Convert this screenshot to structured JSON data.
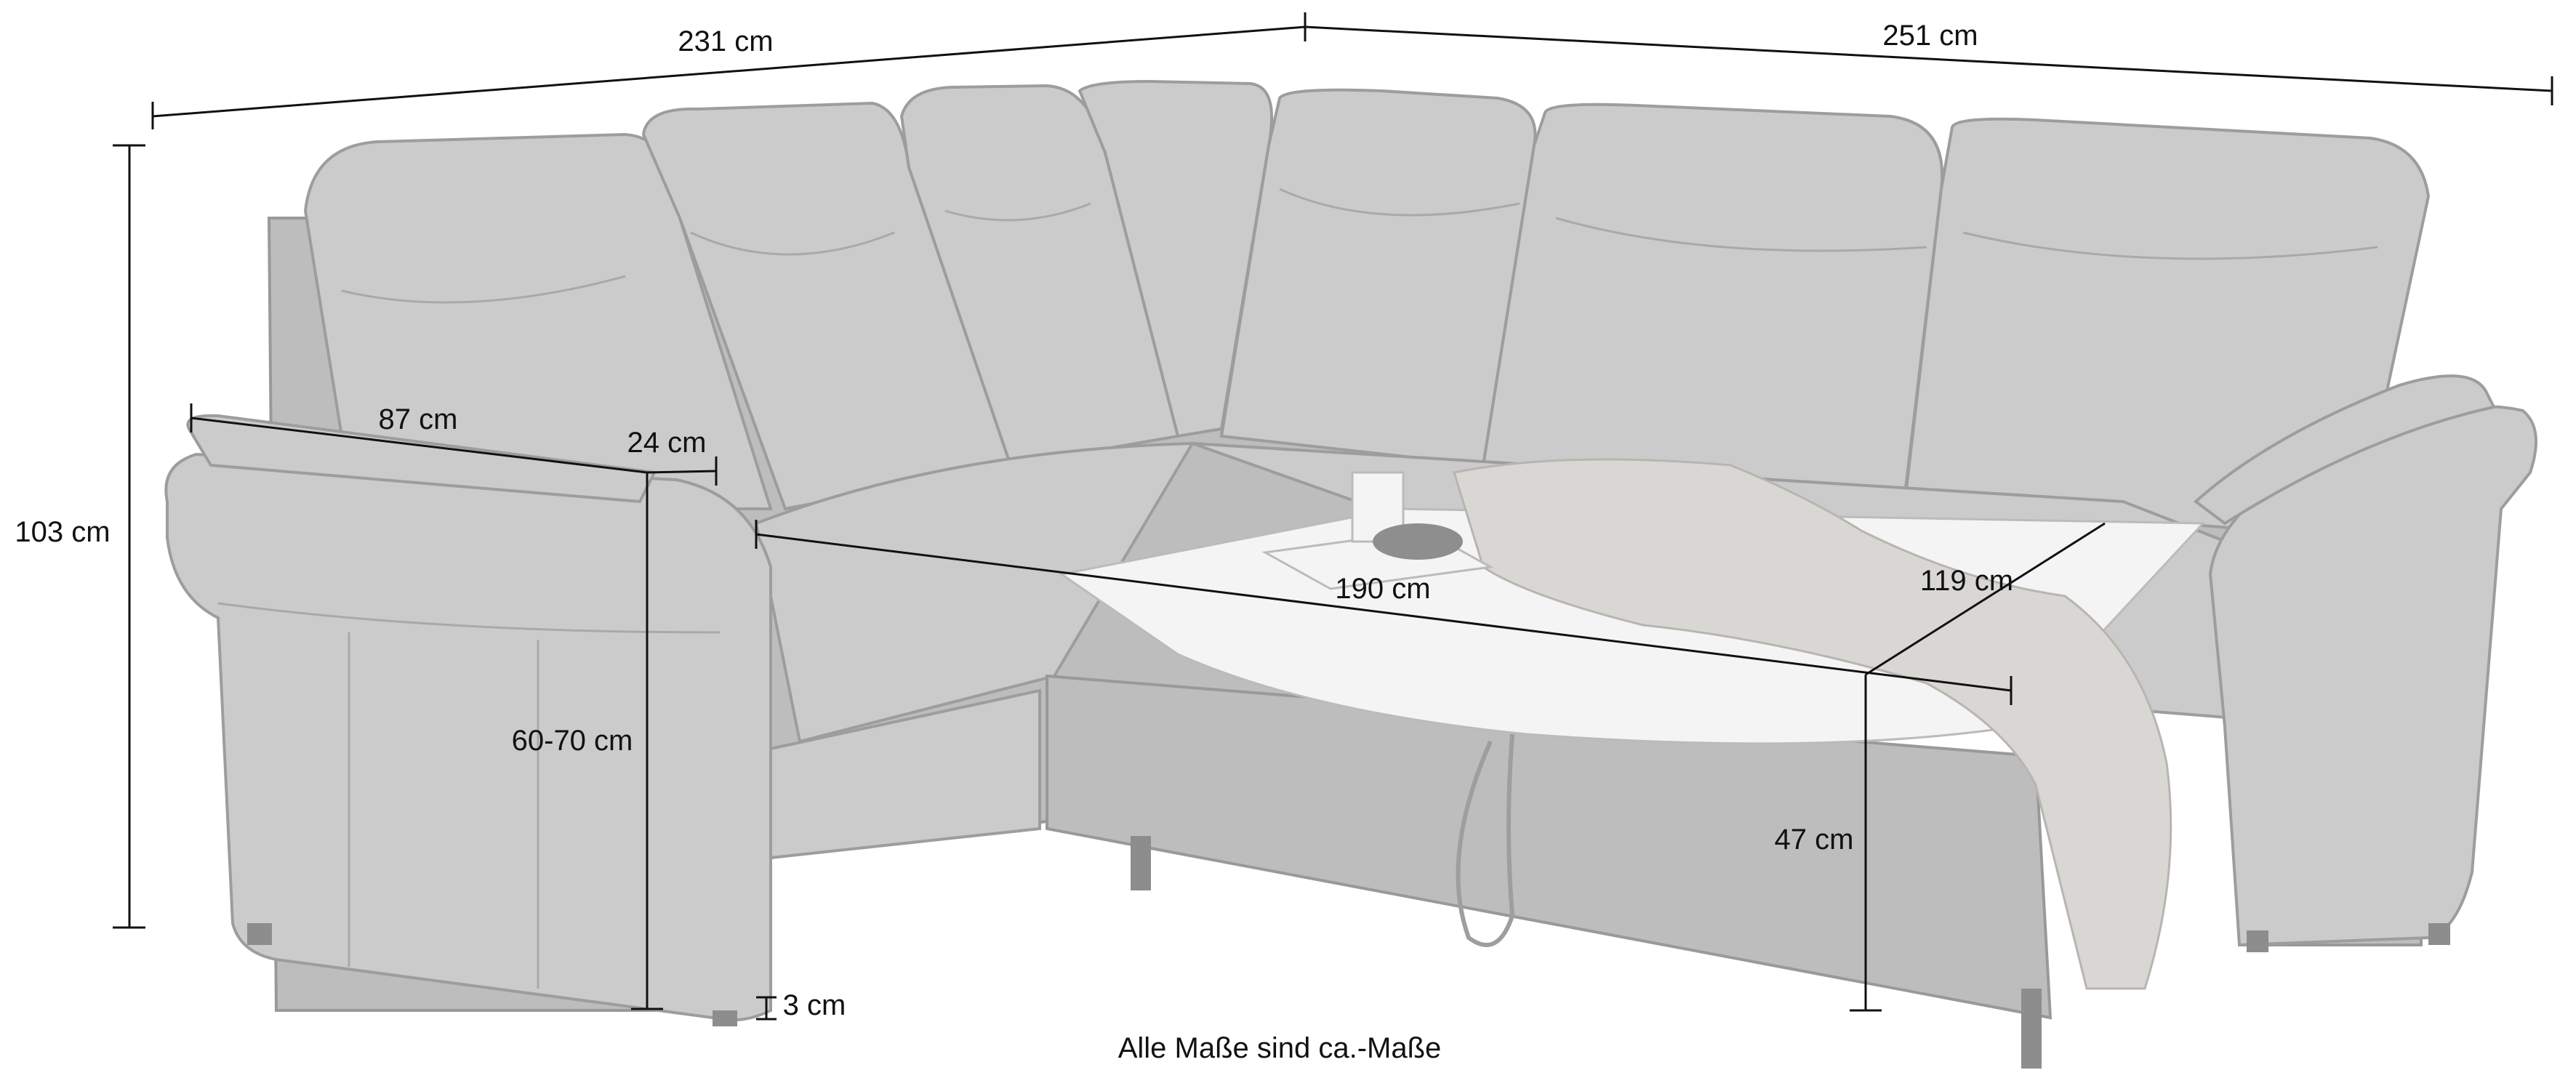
{
  "dimensions": {
    "width_left": "231 cm",
    "width_right": "251 cm",
    "height_total": "103 cm",
    "armrest_depth": "87 cm",
    "armrest_width": "24 cm",
    "seat_depth": "60-70 cm",
    "bed_length": "190 cm",
    "bed_width": "119 cm",
    "bed_height": "47 cm",
    "foot_height": "3 cm"
  },
  "footnote": "Alle Maße sind ca.-Maße",
  "colors": {
    "upholstery": "#cbcbcb",
    "outline": "#9d9d9d",
    "bed": "#f4f4f4",
    "lines": "#111111"
  }
}
